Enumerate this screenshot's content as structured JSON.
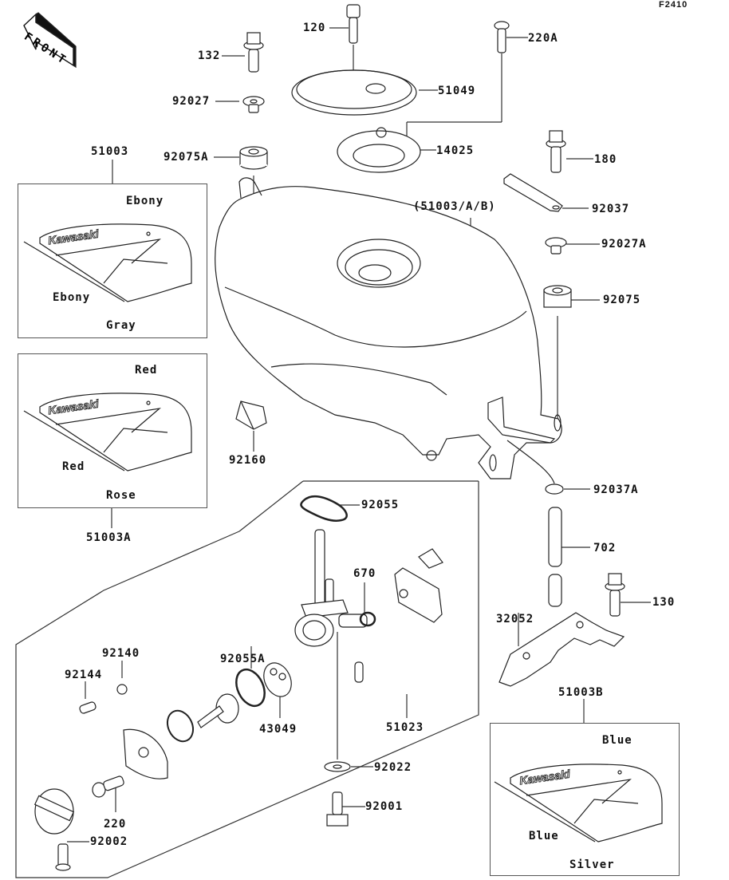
{
  "diagram": {
    "figure_code": "F2410",
    "orientation_arrow": "FRONT",
    "tank_label": "(51003/A/B)",
    "parts": [
      {
        "id": "p132",
        "label": "132"
      },
      {
        "id": "p120",
        "label": "120"
      },
      {
        "id": "p220A",
        "label": "220A"
      },
      {
        "id": "p92027",
        "label": "92027"
      },
      {
        "id": "p51049",
        "label": "51049"
      },
      {
        "id": "p92075A",
        "label": "92075A"
      },
      {
        "id": "p14025",
        "label": "14025"
      },
      {
        "id": "p180",
        "label": "180"
      },
      {
        "id": "p92037",
        "label": "92037"
      },
      {
        "id": "p92027A",
        "label": "92027A"
      },
      {
        "id": "p92075",
        "label": "92075"
      },
      {
        "id": "p92160",
        "label": "92160"
      },
      {
        "id": "p92037A",
        "label": "92037A"
      },
      {
        "id": "p92055",
        "label": "92055"
      },
      {
        "id": "p702",
        "label": "702"
      },
      {
        "id": "p670",
        "label": "670"
      },
      {
        "id": "p130",
        "label": "130"
      },
      {
        "id": "p32052",
        "label": "32052"
      },
      {
        "id": "p92140",
        "label": "92140"
      },
      {
        "id": "p92055A",
        "label": "92055A"
      },
      {
        "id": "p92144",
        "label": "92144"
      },
      {
        "id": "p43049",
        "label": "43049"
      },
      {
        "id": "p51023",
        "label": "51023"
      },
      {
        "id": "p92022",
        "label": "92022"
      },
      {
        "id": "p92001",
        "label": "92001"
      },
      {
        "id": "p220",
        "label": "220"
      },
      {
        "id": "p92002",
        "label": "92002"
      }
    ],
    "color_variants": [
      {
        "part": "51003",
        "brand": "Kawasaki",
        "top": "Ebony",
        "left": "Ebony",
        "bottom": "Gray"
      },
      {
        "part": "51003A",
        "brand": "Kawasaki",
        "top": "Red",
        "left": "Red",
        "bottom": "Rose"
      },
      {
        "part": "51003B",
        "brand": "Kawasaki",
        "top": "Blue",
        "left": "Blue",
        "bottom": "Silver"
      }
    ]
  }
}
